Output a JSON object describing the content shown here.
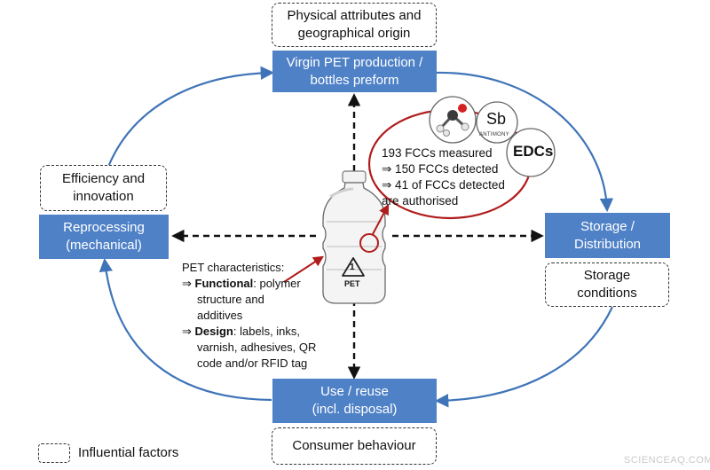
{
  "nodes": {
    "virgin": {
      "line1": "Virgin PET production /",
      "line2": "bottles preform"
    },
    "storage": {
      "line1": "Storage /",
      "line2": "Distribution"
    },
    "use": {
      "line1": "Use / reuse",
      "line2": "(incl. disposal)"
    },
    "reprocessing": {
      "line1": "Reprocessing",
      "line2": "(mechanical)"
    }
  },
  "factors": {
    "physical": {
      "line1": "Physical attributes and",
      "line2": "geographical origin"
    },
    "efficiency": {
      "line1": "Efficiency and",
      "line2": "innovation"
    },
    "storage_cond": {
      "line1": "Storage",
      "line2": "conditions"
    },
    "consumer": {
      "line1": "Consumer behaviour"
    }
  },
  "fcc": {
    "line1": "193 FCCs measured",
    "line2": "⇒  150 FCCs detected",
    "line3": "⇒  41 of FCCs detected",
    "line4": "are authorised",
    "sb": "Sb",
    "antimony": "ANTIMONY",
    "edcs": "EDCs"
  },
  "pet_characteristics": {
    "title": "PET characteristics:",
    "arrow": "⇒",
    "functional_label": "Functional",
    "functional_rest1": ": polymer",
    "functional_rest2": "structure and",
    "functional_rest3": "additives",
    "design_label": "Design",
    "design_rest1": ": labels, inks,",
    "design_rest2": "varnish, adhesives, QR",
    "design_rest3": "code and/or RFID tag"
  },
  "bottle": {
    "recycle_number": "1",
    "recycle_label": "PET"
  },
  "legend": {
    "label": "Influential factors"
  },
  "watermark": "SCIENCEAQ.COM",
  "colors": {
    "node_blue": "#4f81c7",
    "cycle_arrow": "#3f74b8",
    "highlight_red": "#b01c1c"
  },
  "icons": [
    "molecule-icon",
    "recycle-icon",
    "bottle-icon"
  ]
}
